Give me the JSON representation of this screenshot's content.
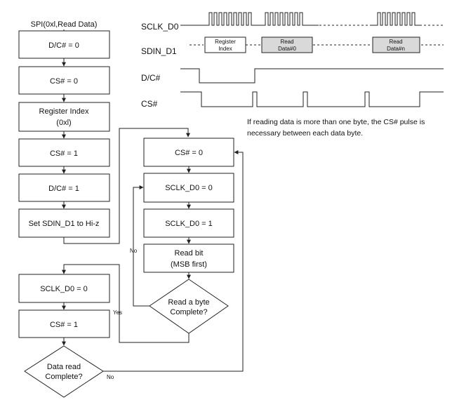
{
  "flow": {
    "title": "SPI(0xl,Read Data)",
    "left_boxes": [
      "D/C# = 0",
      "CS# = 0",
      "Register Index",
      "(0xl)",
      "CS# = 1",
      "D/C# = 1",
      "Set SDIN_D1 to Hi-z"
    ],
    "inner_boxes": [
      "CS# = 0",
      "SCLK_D0 = 0",
      "SCLK_D0 = 1",
      "Read bit",
      "(MSB first)"
    ],
    "byte_decision": [
      "Read a byte",
      "Complete?"
    ],
    "lower_boxes": [
      "SCLK_D0 = 0",
      "CS# = 1"
    ],
    "data_decision": [
      "Data read",
      "Complete?"
    ],
    "labels": {
      "no_inner": "No",
      "yes_inner": "Yes",
      "no_outer": "No"
    }
  },
  "timing": {
    "signals": [
      "SCLK_D0",
      "SDIN_D1",
      "D/C#",
      "CS#"
    ],
    "data_boxes": [
      [
        "Register",
        "Index"
      ],
      [
        "Read",
        "Data#0"
      ],
      [
        "Read",
        "Data#n"
      ]
    ],
    "note": [
      "If reading data is more than one byte, the CS# pulse is",
      "necessary between each data byte."
    ]
  }
}
